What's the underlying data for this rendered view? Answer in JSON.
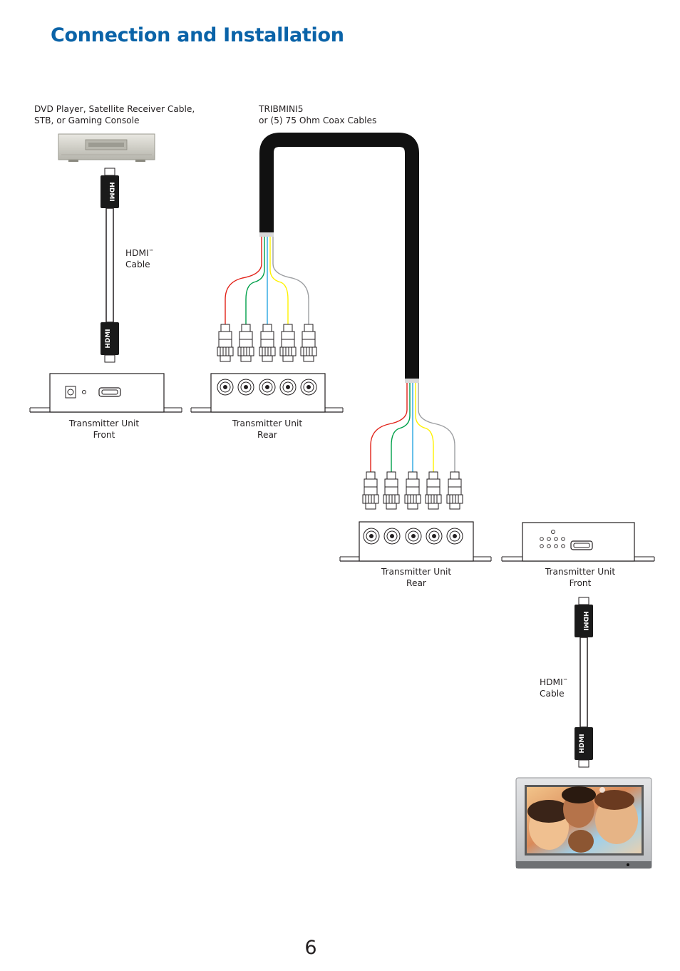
{
  "page": {
    "title": "Connection and Installation",
    "page_number": "6"
  },
  "labels": {
    "source_line1": "DVD Player, Satellite Receiver Cable,",
    "source_line2": "STB, or Gaming Console",
    "coax_line1": "TRIBMINI5",
    "coax_line2": "or (5) 75 Ohm Coax Cables",
    "hdmi_cable_1_line1": "HDMI",
    "hdmi_cable_1_tm": "™",
    "hdmi_cable_1_line2": "Cable",
    "tx_front_line1": "Transmitter Unit",
    "tx_front_line2": "Front",
    "tx_rear_line1": "Transmitter Unit",
    "tx_rear_line2": "Rear",
    "rx_rear_line1": "Transmitter Unit",
    "rx_rear_line2": "Rear",
    "rx_front_line1": "Transmitter Unit",
    "rx_front_line2": "Front",
    "hdmi_cable_2_line1": "HDMI",
    "hdmi_cable_2_tm": "™",
    "hdmi_cable_2_line2": "Cable"
  },
  "colors": {
    "title": "#0a63a8",
    "wire_red": "#e2231a",
    "wire_green": "#00a04a",
    "wire_blue": "#27a6e1",
    "wire_yellow": "#fff200",
    "wire_gray": "#9d9fa2"
  },
  "connector_text": "HDMI"
}
